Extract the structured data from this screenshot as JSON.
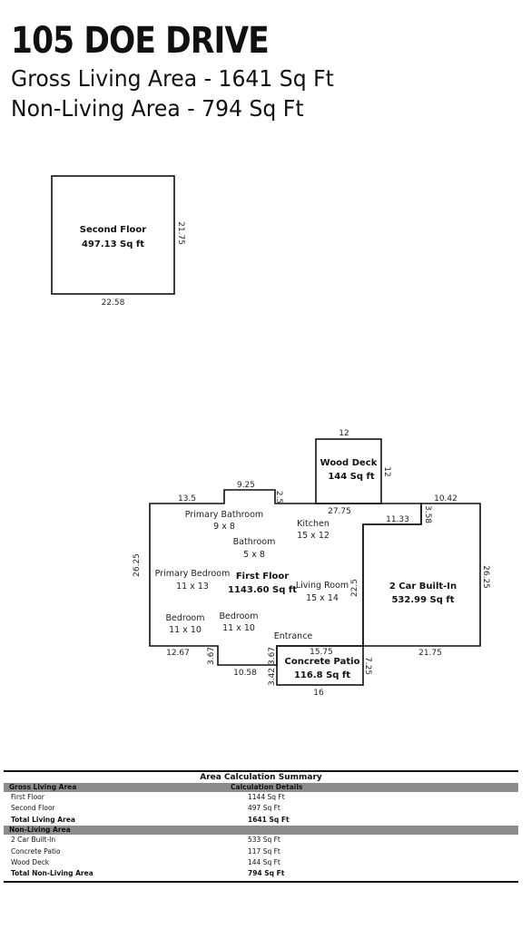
{
  "header": {
    "title": "105 DOE DRIVE",
    "gross_living": "Gross Living Area - 1641 Sq Ft",
    "non_living": "Non-Living Area - 794 Sq Ft"
  },
  "second_floor": {
    "name": "Second Floor",
    "area": "497.13 Sq ft",
    "dim_bottom": "22.58",
    "dim_side": "21.75"
  },
  "first_floor": {
    "name": "First Floor",
    "area": "1143.60 Sq ft",
    "rooms": {
      "primary_bathroom": {
        "name": "Primary Bathroom",
        "size": "9 x 8"
      },
      "kitchen": {
        "name": "Kitchen",
        "size": "15 x 12"
      },
      "bathroom": {
        "name": "Bathroom",
        "size": "5 x 8"
      },
      "primary_bedroom": {
        "name": "Primary Bedroom",
        "size": "11 x 13"
      },
      "living_room": {
        "name": "Living Room",
        "size": "15 x 14"
      },
      "bedroom_1": {
        "name": "Bedroom",
        "size": "11 x 10"
      },
      "bedroom_2": {
        "name": "Bedroom",
        "size": "11 x 10"
      },
      "entrance": {
        "name": "Entrance"
      }
    }
  },
  "wood_deck": {
    "name": "Wood Deck",
    "area": "144 Sq ft"
  },
  "garage": {
    "name": "2 Car Built-In",
    "area": "532.99 Sq ft"
  },
  "patio": {
    "name": "Concrete Patio",
    "area": "116.8 Sq ft"
  },
  "dimensions": {
    "deck_top": "12",
    "deck_side": "12",
    "bump_top": "9.25",
    "bump_side": "2.5",
    "top_left": "13.5",
    "top_mid": "27.75",
    "top_right": "10.42",
    "garage_inner": "11.33",
    "garage_step": "3.58",
    "left_side": "26.25",
    "right_side": "26.25",
    "living_right": "22.5",
    "bottom_left": "12.67",
    "notch_left": "3.67",
    "notch_bottom": "10.58",
    "notch_right": "3.67",
    "patio_top": "15.75",
    "patio_side": "7.25",
    "patio_left": "3.42",
    "patio_bottom": "16",
    "garage_bottom": "21.75"
  },
  "summary": {
    "title": "Area Calculation Summary",
    "sections": [
      {
        "header": "Gross Living Area",
        "header2": "Calculation Details",
        "rows": [
          {
            "name": "First Floor",
            "value": "1144 Sq Ft"
          },
          {
            "name": "Second Floor",
            "value": "497 Sq Ft"
          }
        ],
        "total": {
          "name": "Total Living Area",
          "value": "1641 Sq Ft"
        }
      },
      {
        "header": "Non-Living Area",
        "header2": "",
        "rows": [
          {
            "name": "2 Car Built-In",
            "value": "533 Sq Ft"
          },
          {
            "name": "Concrete Patio",
            "value": "117 Sq Ft"
          },
          {
            "name": "Wood Deck",
            "value": "144 Sq Ft"
          }
        ],
        "total": {
          "name": "Total Non-Living Area",
          "value": "794 Sq Ft"
        }
      }
    ]
  }
}
